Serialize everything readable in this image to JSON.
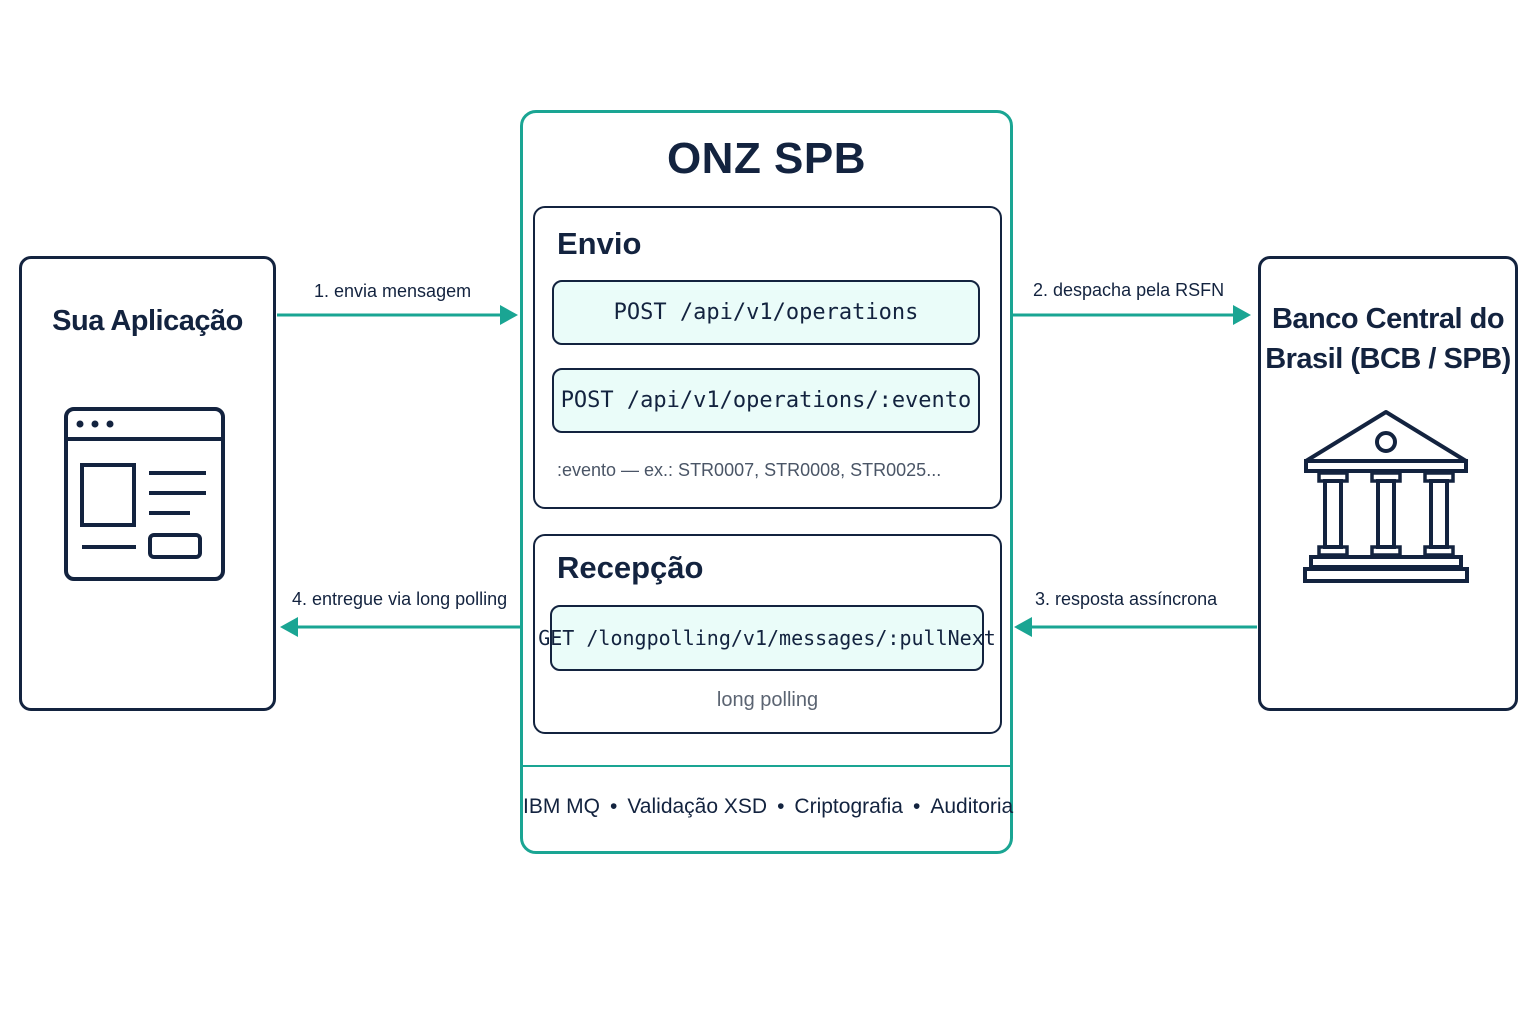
{
  "app": {
    "title": "Sua Aplicação",
    "icon": "browser-window-icon"
  },
  "bank": {
    "title_line1": "Banco Central do",
    "title_line2": "Brasil (BCB / SPB)",
    "icon": "bank-building-icon"
  },
  "onz": {
    "title": "ONZ SPB",
    "envio": {
      "title": "Envio",
      "endpoint_1": "POST /api/v1/operations",
      "endpoint_2": "POST /api/v1/operations/:evento",
      "note": ":evento  —  ex.: STR0007, STR0008, STR0025..."
    },
    "recepcao": {
      "title": "Recepção",
      "endpoint": "GET /longpolling/v1/messages/:pullNext",
      "note": "long polling"
    },
    "footer": {
      "item_1": "IBM MQ",
      "item_2": "Validação XSD",
      "item_3": "Criptografia",
      "item_4": "Auditoria",
      "separator": "•"
    }
  },
  "arrows": {
    "step_1": "1. envia mensagem",
    "step_2": "2. despacha pela RSFN",
    "step_3": "3. resposta assíncrona",
    "step_4": "4. entregue via long polling"
  },
  "colors": {
    "accent": "#1aa593",
    "navy": "#13233f",
    "endpoint_fill": "#eafcf9"
  }
}
